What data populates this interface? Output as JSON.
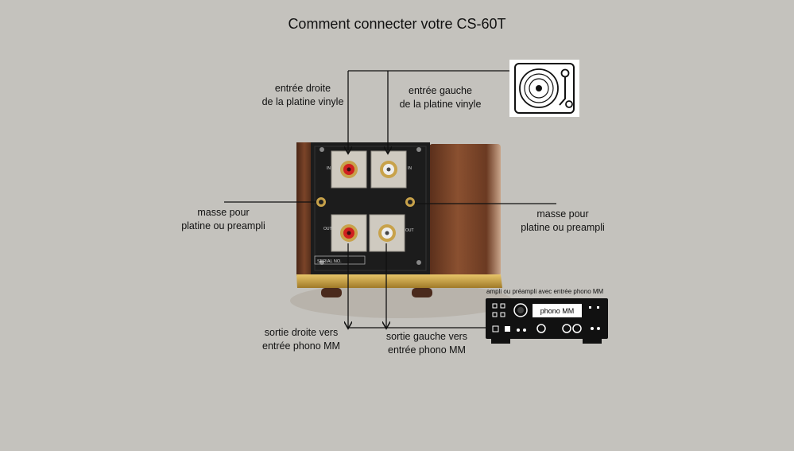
{
  "title": "Comment connecter votre CS-60T",
  "labels": {
    "input_right": "entrée droite\nde la platine vinyle",
    "input_left": "entrée gauche\nde la platine vinyle",
    "ground_left": "masse pour\nplatine ou preampli",
    "ground_right": "masse pour\nplatine ou preampli",
    "output_right": "sortie droite vers\nentrée phono MM",
    "output_left": "sortie gauche vers\nentrée phono MM"
  },
  "device": {
    "jack_labels": [
      "IN",
      "IN",
      "OUT",
      "OUT"
    ],
    "serial_label": "SERIAL NO."
  },
  "amplifier": {
    "caption": "ampli ou préampli avec entrée phono MM",
    "display": "phono MM"
  },
  "icons": {
    "turntable": "turntable-icon",
    "amplifier": "amplifier-icon"
  },
  "colors": {
    "background": "#c4c2bd",
    "wood": "#6b3a22",
    "panel": "#1c1c1c",
    "gold": "#c8a24a",
    "rca_red": "#d02020",
    "rca_white": "#eeeeee"
  }
}
